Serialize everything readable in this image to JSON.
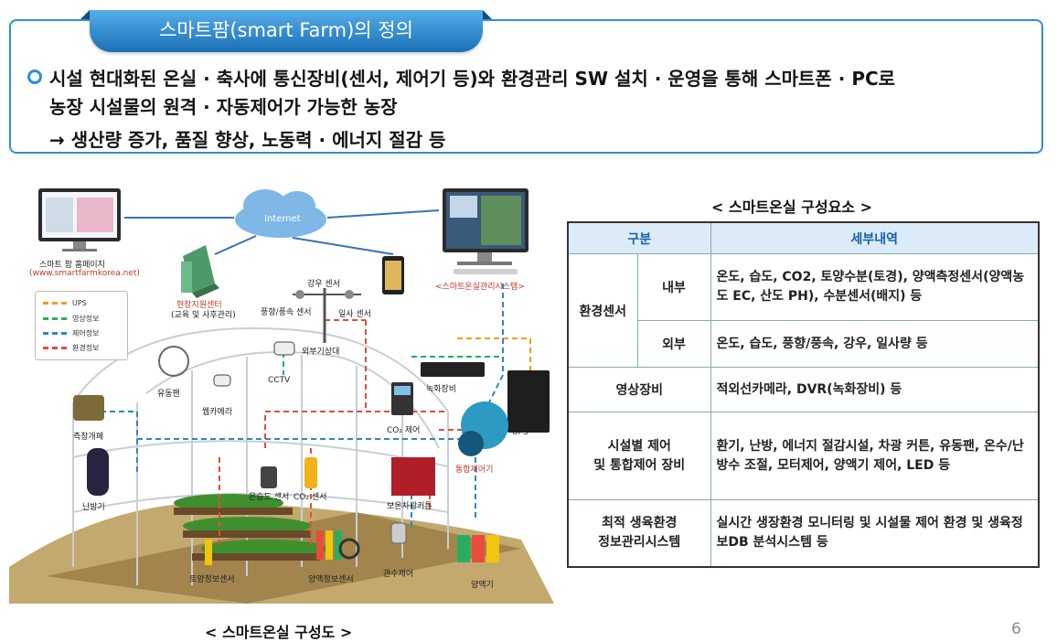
{
  "definition": {
    "tab_title": "스마트팜(smart Farm)의 정의",
    "line1": "시설 현대화된 온실 · 축사에 통신장비(센서, 제어기 등)와 환경관리 SW 설치 · 운영을 통해 스마트폰 · PC로",
    "line2": "농장 시설물의 원격 · 자동제어가 가능한 농장",
    "line3": "→ 생산량 증가, 품질 향상, 노동력 · 에너지 절감 등"
  },
  "diagram": {
    "caption": "< 스마트온실 구성도 >",
    "labels": {
      "homepage": "스마트 팜 홈페이지",
      "homepage_url": "(www.smartfarmkorea.net)",
      "internet": "Internet",
      "support_center": "현장지원센터",
      "support_center_sub": "(교육 및 사후관리)",
      "mgmt_system": "<스마트온실관리시스템>",
      "rain_sensor": "강우 센서",
      "wind_sensor": "풍향/풍속 센서",
      "sun_sensor": "일사 센서",
      "weather_station": "외부기상대",
      "cctv": "CCTV",
      "dvr": "녹화장비",
      "ups": "UPS",
      "fan": "유동팬",
      "web_camera": "웹카메라",
      "co2_control": "CO₂ 제어",
      "integrated_controller": "통합제어기",
      "side_window": "측창개폐",
      "heater": "난방기",
      "temp_humidity_sensor": "온습도 센서",
      "co2_sensor": "CO₂ 센서",
      "thermal_curtain": "보온차광커튼",
      "soil_sensor": "토양정보센서",
      "nutrient_sensor": "양액정보센서",
      "irrigation": "관수제어",
      "nutrient_machine": "양액기"
    },
    "legend": [
      {
        "label": "UPS",
        "color": "#f39c12"
      },
      {
        "label": "영상정보",
        "color": "#27ae60"
      },
      {
        "label": "제어정보",
        "color": "#2e86c1"
      },
      {
        "label": "환경정보",
        "color": "#e74c3c"
      }
    ]
  },
  "table": {
    "title": "< 스마트온실 구성요소 >",
    "header_category": "구분",
    "header_detail": "세부내역",
    "env_sensor": "환경센서",
    "internal": "내부",
    "internal_detail": "온도, 습도, CO2, 토양수분(토경), 양액측정센서(양액농도 EC, 산도 PH), 수분센서(배지) 등",
    "external": "외부",
    "external_detail": "온도, 습도, 풍향/풍속, 강우, 일사량 등",
    "video": "영상장비",
    "video_detail": "적외선카메라, DVR(녹화장비) 등",
    "facility_control": "시설별 제어\n및 통합제어 장비",
    "facility_control_detail": "환기, 난방, 에너지 절감시설, 차광 커튼, 유동팬, 온수/난방수 조절, 모터제어, 양액기 제어, LED 등",
    "optimal_env": "최적 생육환경\n정보관리시스템",
    "optimal_env_detail": "실시간 생장환경 모니터링 및 시설물 제어 환경 및 생육정보DB 분석시스템 등"
  },
  "page_number": "6",
  "colors": {
    "accent": "#2f8fd0",
    "table_header_bg": "#dcebf8",
    "table_header_text": "#1560a8"
  }
}
